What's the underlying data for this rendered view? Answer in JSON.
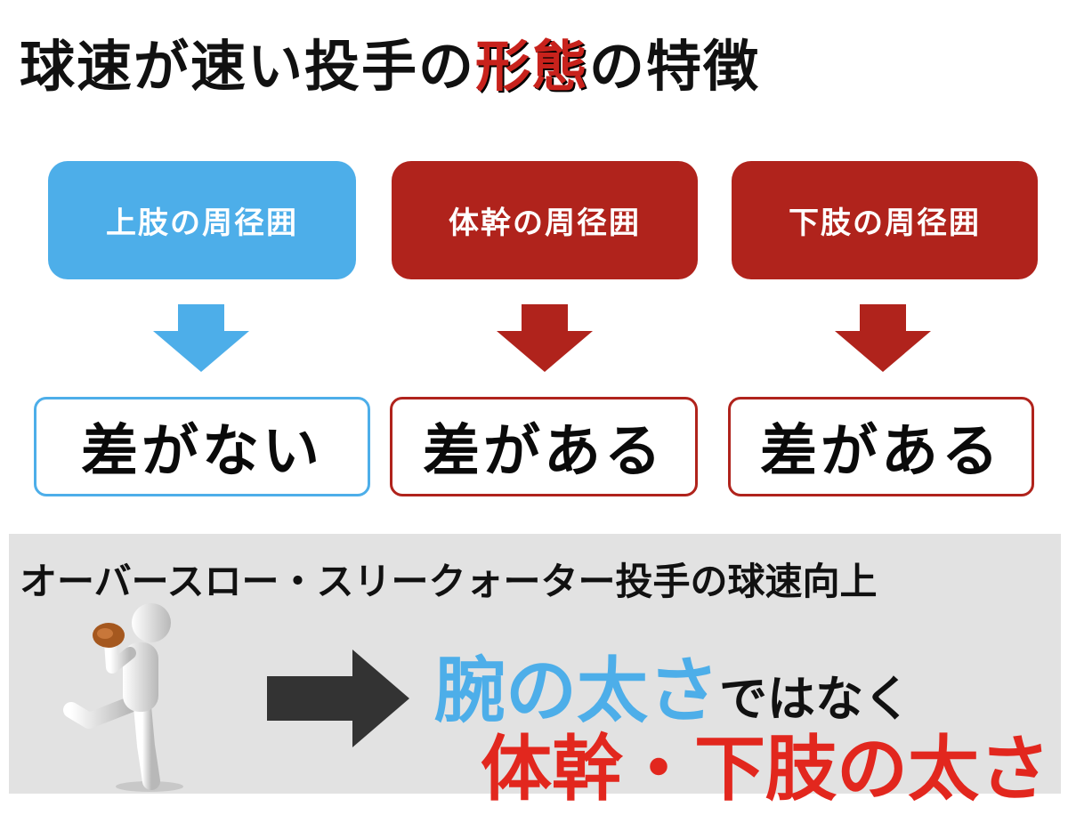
{
  "title": {
    "prefix": "球速が速い投手の",
    "accent": "形態",
    "suffix": "の特徴"
  },
  "columns": [
    {
      "category": "上肢の周径囲",
      "result": "差がない"
    },
    {
      "category": "体幹の周径囲",
      "result": "差がある"
    },
    {
      "category": "下肢の周径囲",
      "result": "差がある"
    }
  ],
  "bottom": {
    "heading": "オーバースロー・スリークォーター投手の球速向上",
    "line1_accent": "腕の太さ",
    "line1_rest": "ではなく",
    "line2": "体幹・下肢の太さ"
  },
  "colors": {
    "blue": "#4daee9",
    "dark_red": "#b0231c",
    "bright_red": "#e2271e",
    "panel_gray": "#e2e2e2"
  },
  "icons": {
    "figure": "pitcher-figure-icon",
    "arrow": "right-arrow-icon"
  }
}
